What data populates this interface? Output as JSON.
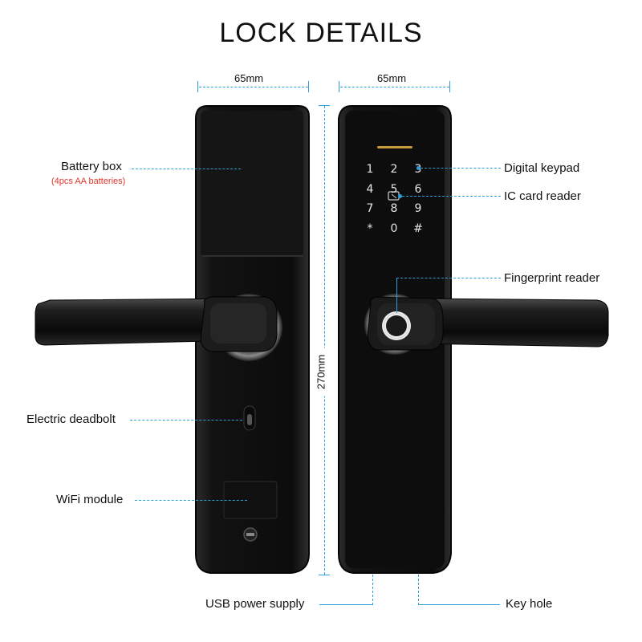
{
  "title": "LOCK DETAILS",
  "dimensions": {
    "back_width": "65mm",
    "front_width": "65mm",
    "height": "270mm"
  },
  "labels": {
    "battery_box": "Battery box",
    "battery_note": "(4pcs AA batteries)",
    "electric_deadbolt": "Electric deadbolt",
    "wifi_module": "WiFi module",
    "usb_power": "USB power supply",
    "digital_keypad": "Digital keypad",
    "ic_card_reader": "IC card reader",
    "fingerprint_reader": "Fingerprint reader",
    "key_hole": "Key hole"
  },
  "keypad": [
    "1",
    "2",
    "3",
    "4",
    "5",
    "6",
    "7",
    "8",
    "9",
    "*",
    "0",
    "#"
  ],
  "colors": {
    "accent": "#2a9fd8",
    "note": "#e0352b",
    "lock_body": "#141414"
  }
}
